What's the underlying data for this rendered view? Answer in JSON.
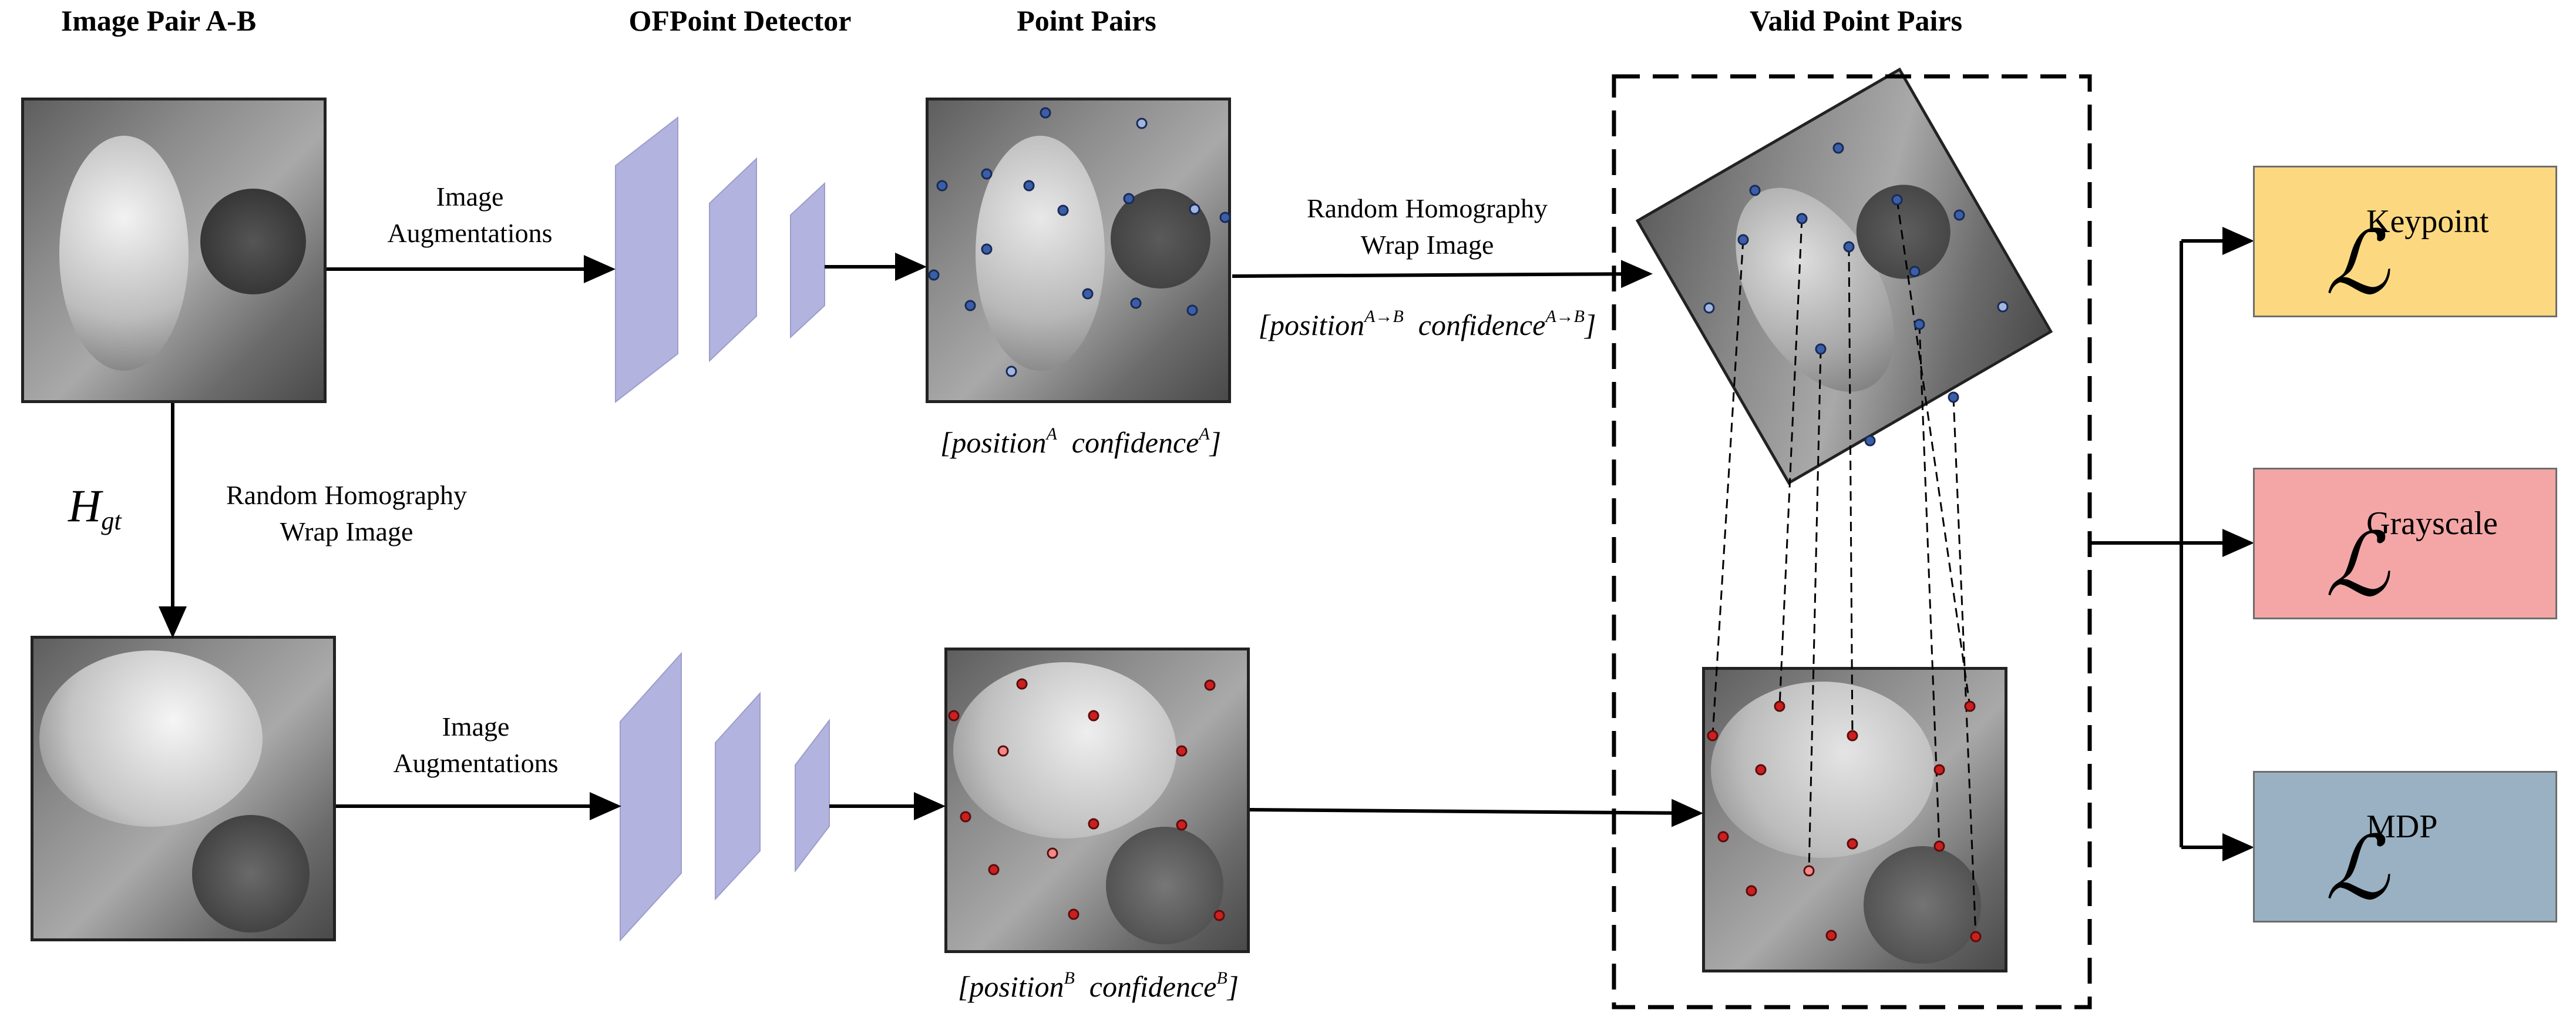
{
  "headers": {
    "image_pair": "Image Pair A-B",
    "detector": "OFPoint Detector",
    "point_pairs": "Point Pairs",
    "valid_pairs": "Valid Point Pairs"
  },
  "labels": {
    "aug_top_1": "Image",
    "aug_top_2": "Augmentations",
    "aug_bot_1": "Image",
    "aug_bot_2": "Augmentations",
    "homo_left_1": "Random Homography",
    "homo_left_2": "Wrap Image",
    "homo_mid_1": "Random Homography",
    "homo_mid_2": "Wrap Image",
    "h_gt_main": "H",
    "h_gt_sub": "gt"
  },
  "formulas": {
    "pos_a": "position",
    "pos_a_sup": "A",
    "conf_a": "confidence",
    "conf_a_sup": "A",
    "pos_b": "position",
    "pos_b_sup": "B",
    "conf_b": "confidence",
    "conf_b_sup": "B",
    "pos_ab": "position",
    "pos_ab_sup": "A→B",
    "conf_ab": "confidence",
    "conf_ab_sup": "A→B"
  },
  "losses": [
    {
      "symbol": "ℒ",
      "name": "Keypoint",
      "color": "#fcd980"
    },
    {
      "symbol": "ℒ",
      "name": "Grayscale",
      "color": "#f4a6a6"
    },
    {
      "symbol": "ℒ",
      "name": "MDP",
      "color": "#99b1c2"
    }
  ],
  "colors": {
    "detector_layer": "#b3b3df",
    "point_blue": "#3a5fa8",
    "point_red": "#cc1f1f"
  }
}
